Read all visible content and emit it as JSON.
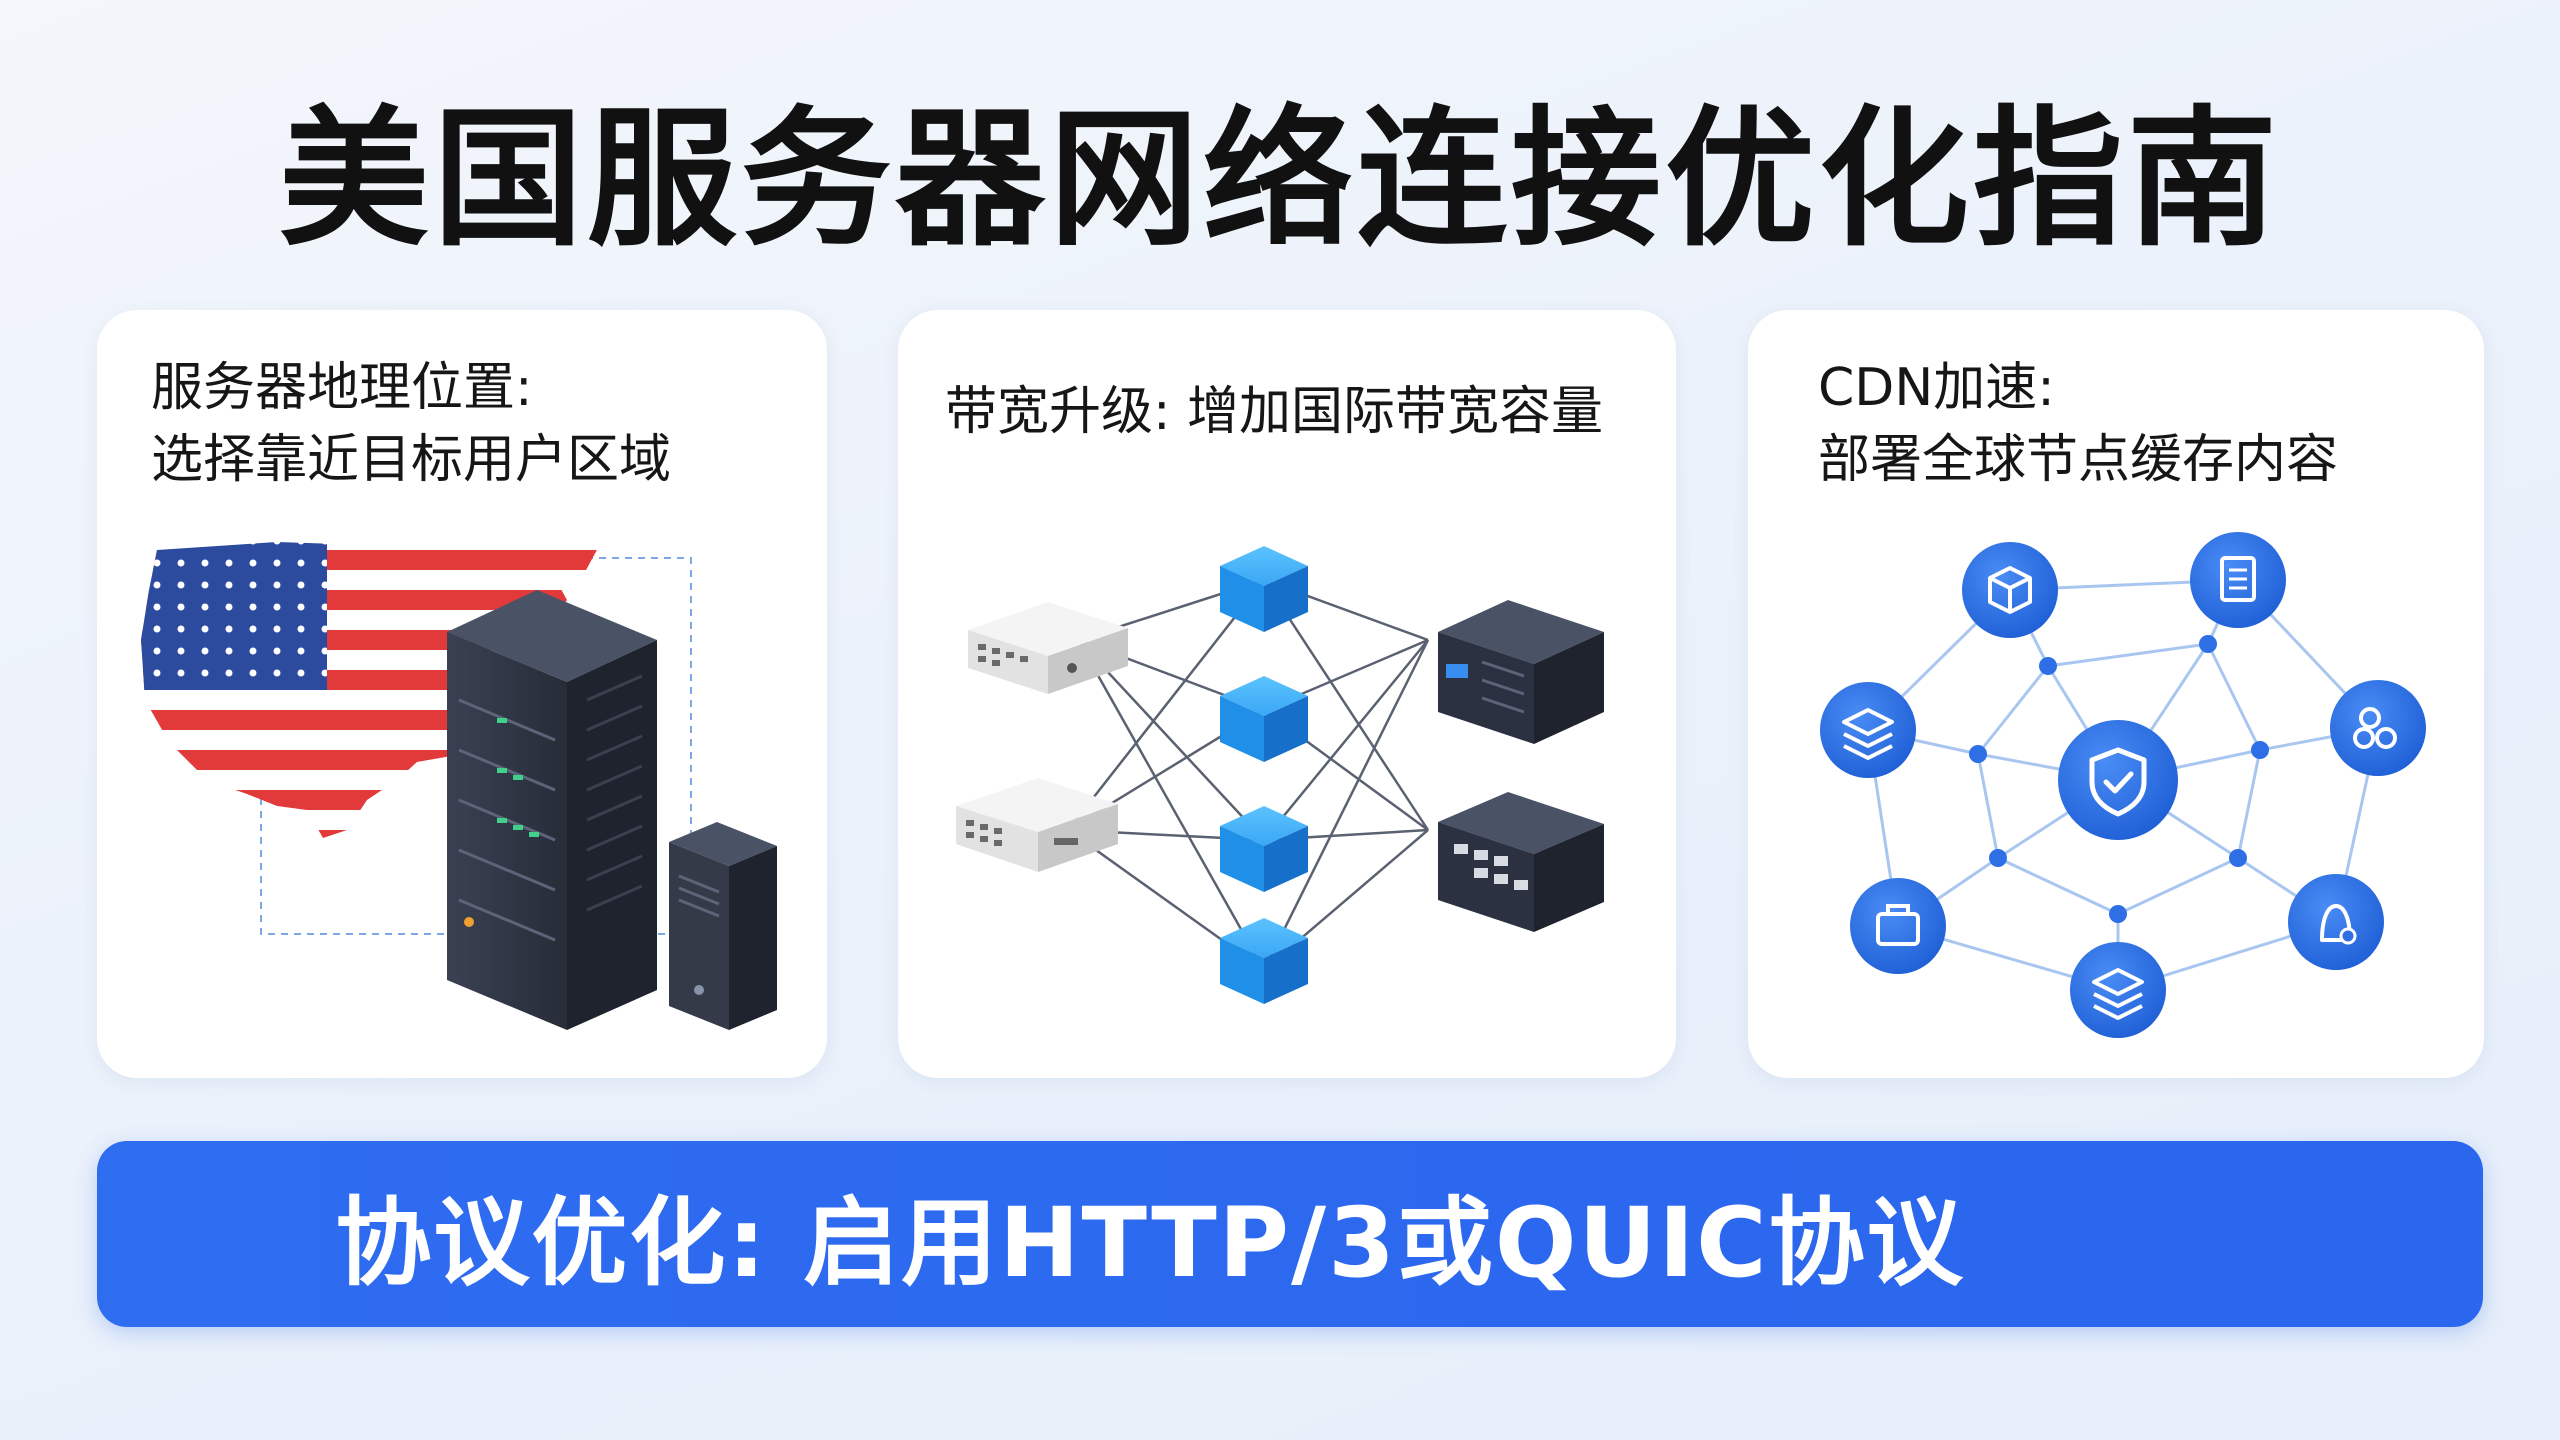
{
  "title": "美国服务器网络连接优化指南",
  "cards": [
    {
      "line1": "服务器地理位置:",
      "line2": "选择靠近目标用户区域",
      "illustration": "us-flag-map-with-server-icon"
    },
    {
      "line1": "带宽升级: 增加国际带宽容量",
      "illustration": "network-switch-mesh-icon"
    },
    {
      "line1": "CDN加速:",
      "line2": "部署全球节点缓存内容",
      "illustration": "cdn-node-network-icon"
    }
  ],
  "banner": {
    "text": "协议优化: 启用HTTP/3或QUIC协议"
  },
  "colors": {
    "accent": "#2a66ee",
    "cube_blue": "#1f8fe8",
    "node_blue": "#2f6fe6",
    "server_dark": "#2b3140",
    "flag_red": "#e23a3a",
    "flag_blue": "#2c4a9e"
  }
}
